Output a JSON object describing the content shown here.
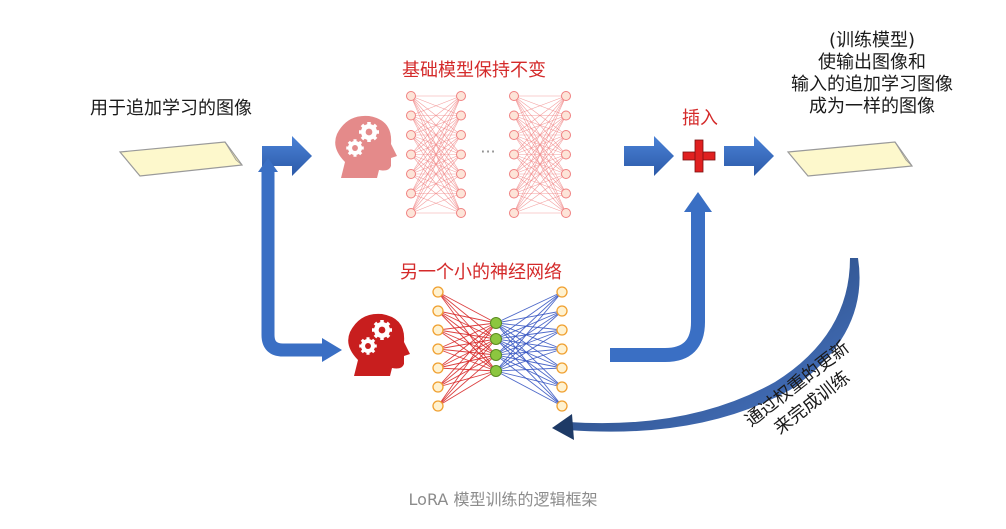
{
  "labels": {
    "input_image": "用于追加学习的图像",
    "base_model": "基础模型保持不变",
    "small_network": "另一个小的神经网络",
    "insert": "插入",
    "output_lines": [
      "(训练模型)",
      "使输出图像和",
      "输入的追加学习图像",
      "成为一样的图像"
    ],
    "feedback_lines": [
      "通过权重的更新",
      "来完成训练"
    ],
    "ellipsis": "···"
  },
  "caption": "LoRA 模型训练的逻辑框架",
  "colors": {
    "arrow_blue": "#3a6fc4",
    "arrow_dark": "#2c4a82",
    "red_text": "#d42a2a",
    "head_pink": "#e48a8a",
    "head_red": "#c81e1e",
    "net_pink": "#f08080",
    "net_red": "#d62020",
    "net_blue": "#3050c0",
    "node_orange": "#f0a030",
    "node_green": "#8cc63f",
    "paper_fill": "#fdf8cc",
    "plus_red": "#e02020"
  },
  "icons": [
    "brain-gear-icon",
    "paper-icon",
    "plus-icon",
    "arrow-icon"
  ]
}
